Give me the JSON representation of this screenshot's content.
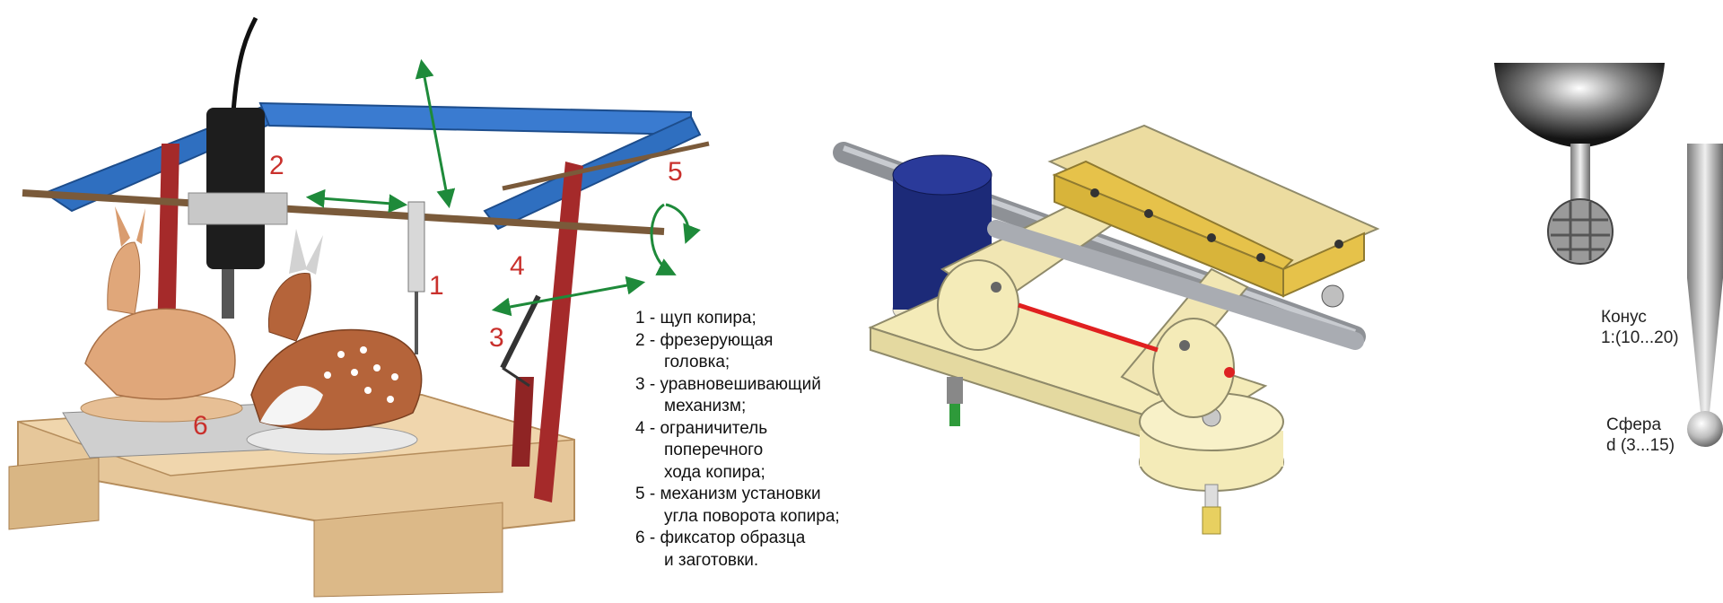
{
  "left_panel": {
    "callouts": [
      "2",
      "5",
      "4",
      "1",
      "3",
      "6"
    ],
    "legend": [
      {
        "line": "1 - щуп копира;",
        "cont": []
      },
      {
        "line": "2 - фрезерующая",
        "cont": [
          "головка;"
        ]
      },
      {
        "line": "3 - уравновешивающий",
        "cont": [
          "механизм;"
        ]
      },
      {
        "line": "4 - ограничитель",
        "cont": [
          "поперечного",
          "хода копира;"
        ]
      },
      {
        "line": "5 - механизм установки",
        "cont": [
          "угла поворота копира;"
        ]
      },
      {
        "line": "6 - фиксатор образца",
        "cont": [
          "и заготовки."
        ]
      }
    ]
  },
  "right_panel": {
    "cone_label": [
      "Конус",
      "1:(10...20)"
    ],
    "sphere_label": [
      "Сфера",
      "d (3...15)"
    ]
  },
  "colors": {
    "frame_blue": "#2f6fc0",
    "post_red": "#a52a2a",
    "arrow_green": "#1e8a3a",
    "callout_red": "#c9302c",
    "wood": "#e6c79a",
    "cream": "#f4ebb8",
    "yellow_block": "#e6c24a",
    "motor_blue": "#1c2a78",
    "rod_gray": "#a9acb2",
    "laser_red": "#e02020"
  }
}
